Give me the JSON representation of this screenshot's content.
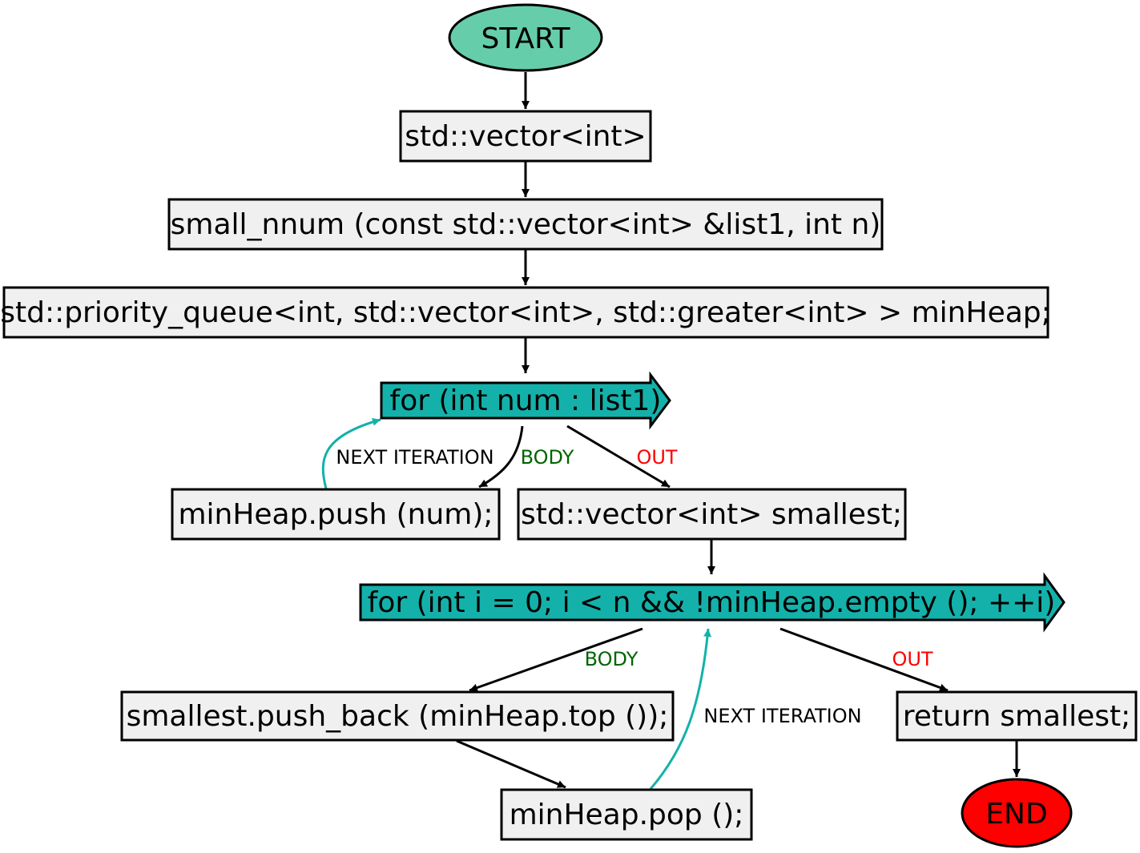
{
  "colors": {
    "start_fill": "#66cdaa",
    "end_fill": "#ff0000",
    "process_fill": "#f0f0f0",
    "loop_fill": "#14b1aa",
    "border": "#000000",
    "loop_back_edge": "#14b1aa",
    "body_label": "#006400",
    "out_label": "#ff0000",
    "next_label": "#000000"
  },
  "nodes": {
    "start": "START",
    "vector_decl": "std::vector<int>",
    "func_sig": "small_nnum (const std::vector<int> &list1, int n)",
    "heap_decl": "std::priority_queue<int, std::vector<int>, std::greater<int> > minHeap;",
    "for1": "for (int num : list1)",
    "push": "minHeap.push (num);",
    "smallest_decl": "std::vector<int> smallest;",
    "for2": "for (int i = 0; i < n && !minHeap.empty (); ++i)",
    "push_back": "smallest.push_back (minHeap.top ());",
    "pop": "minHeap.pop ();",
    "return_stmt": "return smallest;",
    "end": "END"
  },
  "edge_labels": {
    "next_iteration_1": "NEXT ITERATION",
    "body_1": "BODY",
    "out_1": "OUT",
    "body_2": "BODY",
    "out_2": "OUT",
    "next_iteration_2": "NEXT ITERATION"
  }
}
